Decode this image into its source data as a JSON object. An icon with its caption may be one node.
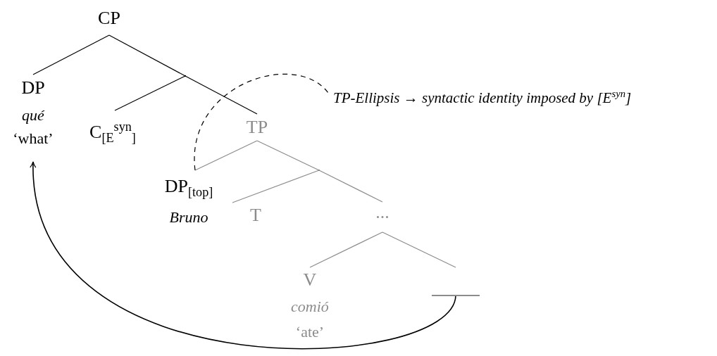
{
  "diagram": {
    "nodes": [
      {
        "text": [
          "CP"
        ]
      },
      {
        "text": [
          "DP",
          "qué",
          "‘what’"
        ]
      },
      {
        "text": [],
        "shape": "point"
      },
      {
        "text": [
          "C$_{[E}$$^{syn}$$_{]}$"
        ]
      },
      {
        "text": [
          "TP"
        ]
      },
      {
        "text": [
          "DP$_{[top]}$",
          "Bruno"
        ]
      },
      {
        "text": [],
        "shape": "point"
      },
      {
        "text": [
          "T"
        ]
      },
      {
        "text": [
          "..."
        ]
      },
      {
        "text": [
          "V",
          "comió",
          "‘ate’"
        ]
      },
      {
        "text": [],
        "shape": "bar"
      },
      {
        "text": [
          "TP-Ellipsis → syntactic identity imposed by [E$^{syn}$]"
        ]
      }
    ],
    "edges": [
      {
        "from": 0,
        "to": 1,
        "arrow": "none"
      },
      {
        "from": 0,
        "to": 2,
        "arrow": "none"
      },
      {
        "from": 2,
        "to": 3,
        "arrow": "none"
      },
      {
        "from": 2,
        "to": 4,
        "arrow": "none"
      },
      {
        "from": 4,
        "to": 5,
        "arrow": "none",
        "color": "#8c8c8c"
      },
      {
        "from": 4,
        "to": 6,
        "arrow": "none",
        "color": "#8c8c8c"
      },
      {
        "from": 6,
        "to": 7,
        "arrow": "none",
        "color": "#8c8c8c"
      },
      {
        "from": 6,
        "to": 8,
        "arrow": "none",
        "color": "#8c8c8c"
      },
      {
        "from": 8,
        "to": 9,
        "arrow": "none",
        "color": "#8c8c8c"
      },
      {
        "from": 8,
        "to": 10,
        "arrow": "none",
        "color": "#8c8c8c"
      },
      {
        "from": 10,
        "to": 1,
        "arrow": "to"
      },
      {
        "from": 5,
        "to": 11,
        "arrow": "none",
        "style": "dashed"
      }
    ]
  }
}
